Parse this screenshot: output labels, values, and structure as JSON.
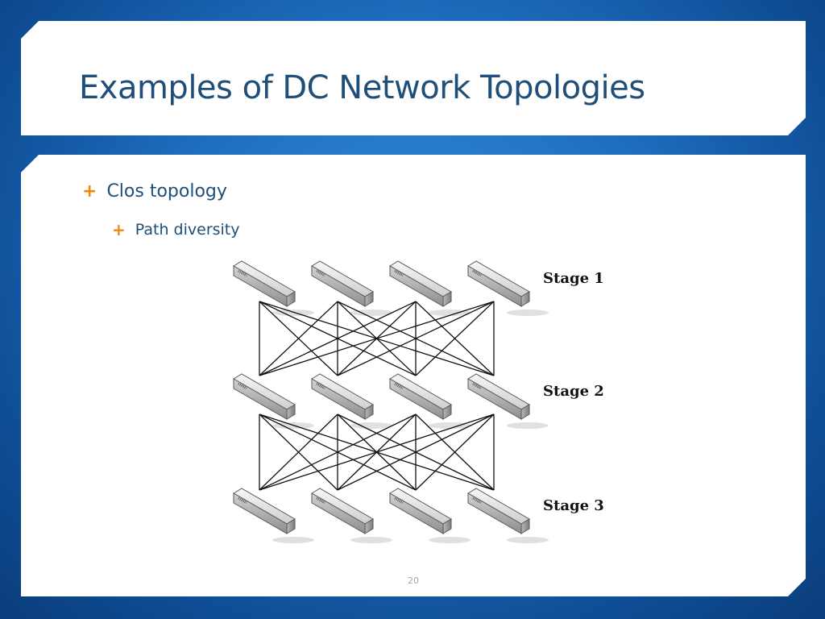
{
  "slide": {
    "title": "Examples of DC Network Topologies",
    "bullets": [
      {
        "text": "Clos topology",
        "level": 1
      },
      {
        "text": "Path diversity",
        "level": 2
      }
    ],
    "page_number": "20",
    "colors": {
      "title": "#1f4e79",
      "bullet_marker": "#f0880a",
      "background": "#1f6fc0",
      "panel": "#ffffff"
    }
  },
  "diagram": {
    "stages": [
      {
        "label": "Stage 1",
        "switch_count": 4
      },
      {
        "label": "Stage 2",
        "switch_count": 4
      },
      {
        "label": "Stage 3",
        "switch_count": 4
      }
    ],
    "icon": "network-switch-icon"
  }
}
